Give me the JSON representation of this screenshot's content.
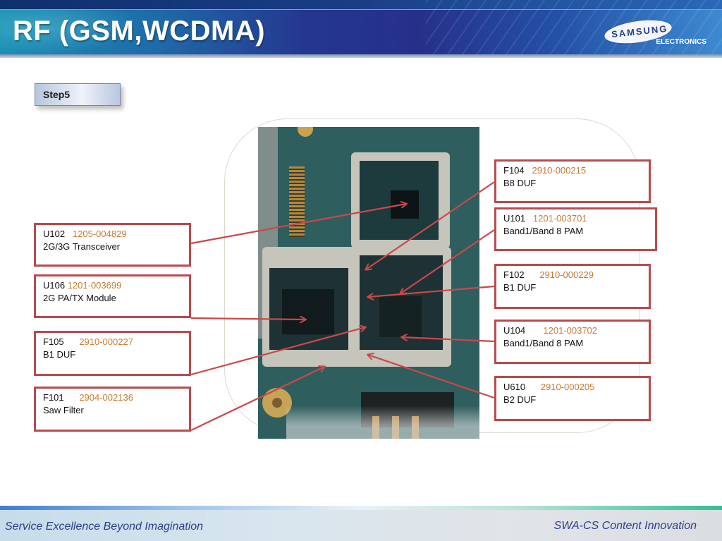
{
  "header": {
    "title": "RF (GSM,WCDMA)",
    "logo": {
      "brand": "SAMSUNG",
      "sub": "ELECTRONICS"
    }
  },
  "step": {
    "label": "Step5"
  },
  "callouts": [
    {
      "ref": "U102",
      "sep": "   ",
      "code": "1205-004829",
      "desc": "2G/3G Transceiver"
    },
    {
      "ref": "U106",
      "sep": " ",
      "code": "1201-003699",
      "desc": "2G PA/TX Module"
    },
    {
      "ref": "F105",
      "sep": "      ",
      "code": "2910-000227",
      "desc": "B1 DUF"
    },
    {
      "ref": "F101",
      "sep": "      ",
      "code": "2904-002136",
      "desc": "Saw Filter"
    },
    {
      "ref": "F104",
      "sep": "   ",
      "code": "2910-000215",
      "desc": "B8 DUF"
    },
    {
      "ref": "U101",
      "sep": "   ",
      "code": "1201-003701",
      "desc": "Band1/Band 8 PAM"
    },
    {
      "ref": "F102",
      "sep": "      ",
      "code": "2910-000229",
      "desc": "B1 DUF"
    },
    {
      "ref": "U104",
      "sep": "       ",
      "code": "1201-003702",
      "desc": "Band1/Band 8 PAM"
    },
    {
      "ref": "U610",
      "sep": "      ",
      "code": "2910-000205",
      "desc": "B2 DUF"
    }
  ],
  "colors": {
    "callout_border": "#b84b4e",
    "part_code": "#c77b34",
    "arrow": "#c9484b"
  },
  "footer": {
    "left": "Service Excellence Beyond Imagination",
    "right": "SWA-CS Content Innovation"
  }
}
